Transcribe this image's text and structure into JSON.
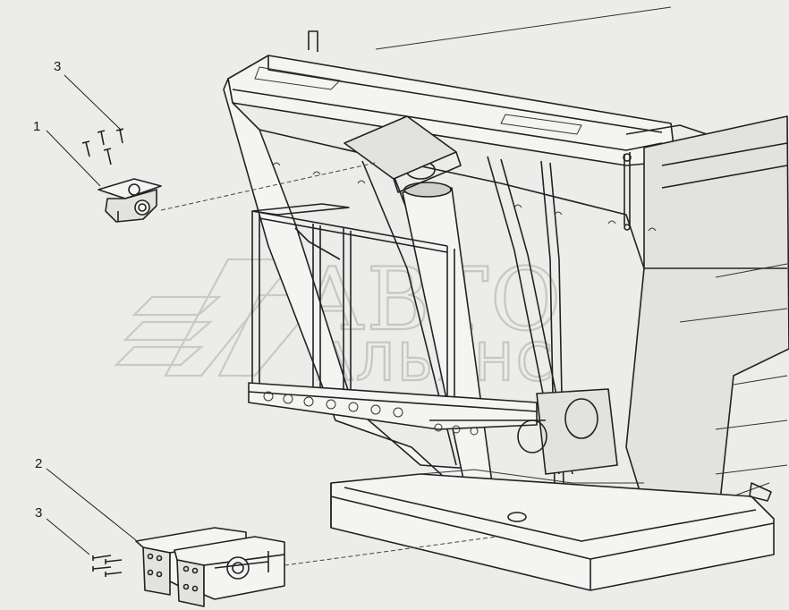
{
  "callouts": [
    {
      "id": "1",
      "label": "1"
    },
    {
      "id": "2",
      "label": "2"
    },
    {
      "id": "3a",
      "label": "3"
    },
    {
      "id": "3b",
      "label": "3"
    }
  ],
  "watermark": {
    "line1": "АВТО",
    "line2": "АЛЬЯНС"
  },
  "colors": {
    "background": "#ececea",
    "line": "#222222",
    "watermark": "#c6c6c3"
  }
}
